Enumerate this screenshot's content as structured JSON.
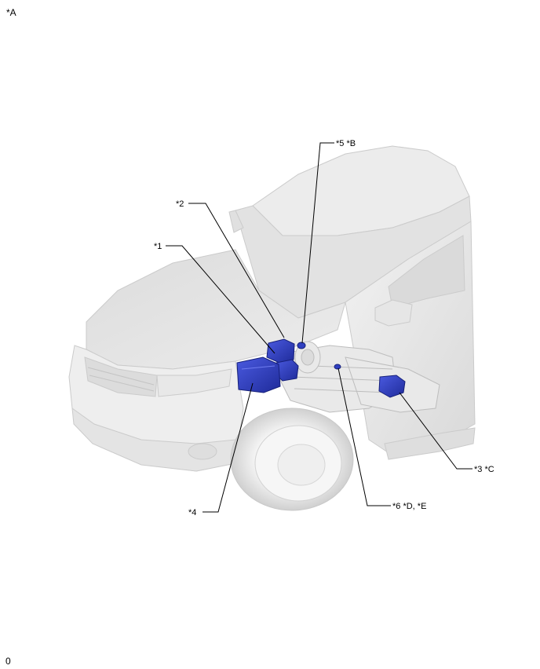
{
  "view_label": "*A",
  "page_number": "0",
  "callouts": {
    "c1": "*1",
    "c2": "*2",
    "c3": "*3 *C",
    "c4": "*4",
    "c5": "*5 *B",
    "c6": "*6 *D, *E"
  },
  "colors": {
    "component_highlight": "#2f3fc0",
    "vehicle_body": "#e6e6e6",
    "vehicle_outline": "#cfcfcf",
    "leader_line": "#000000"
  }
}
